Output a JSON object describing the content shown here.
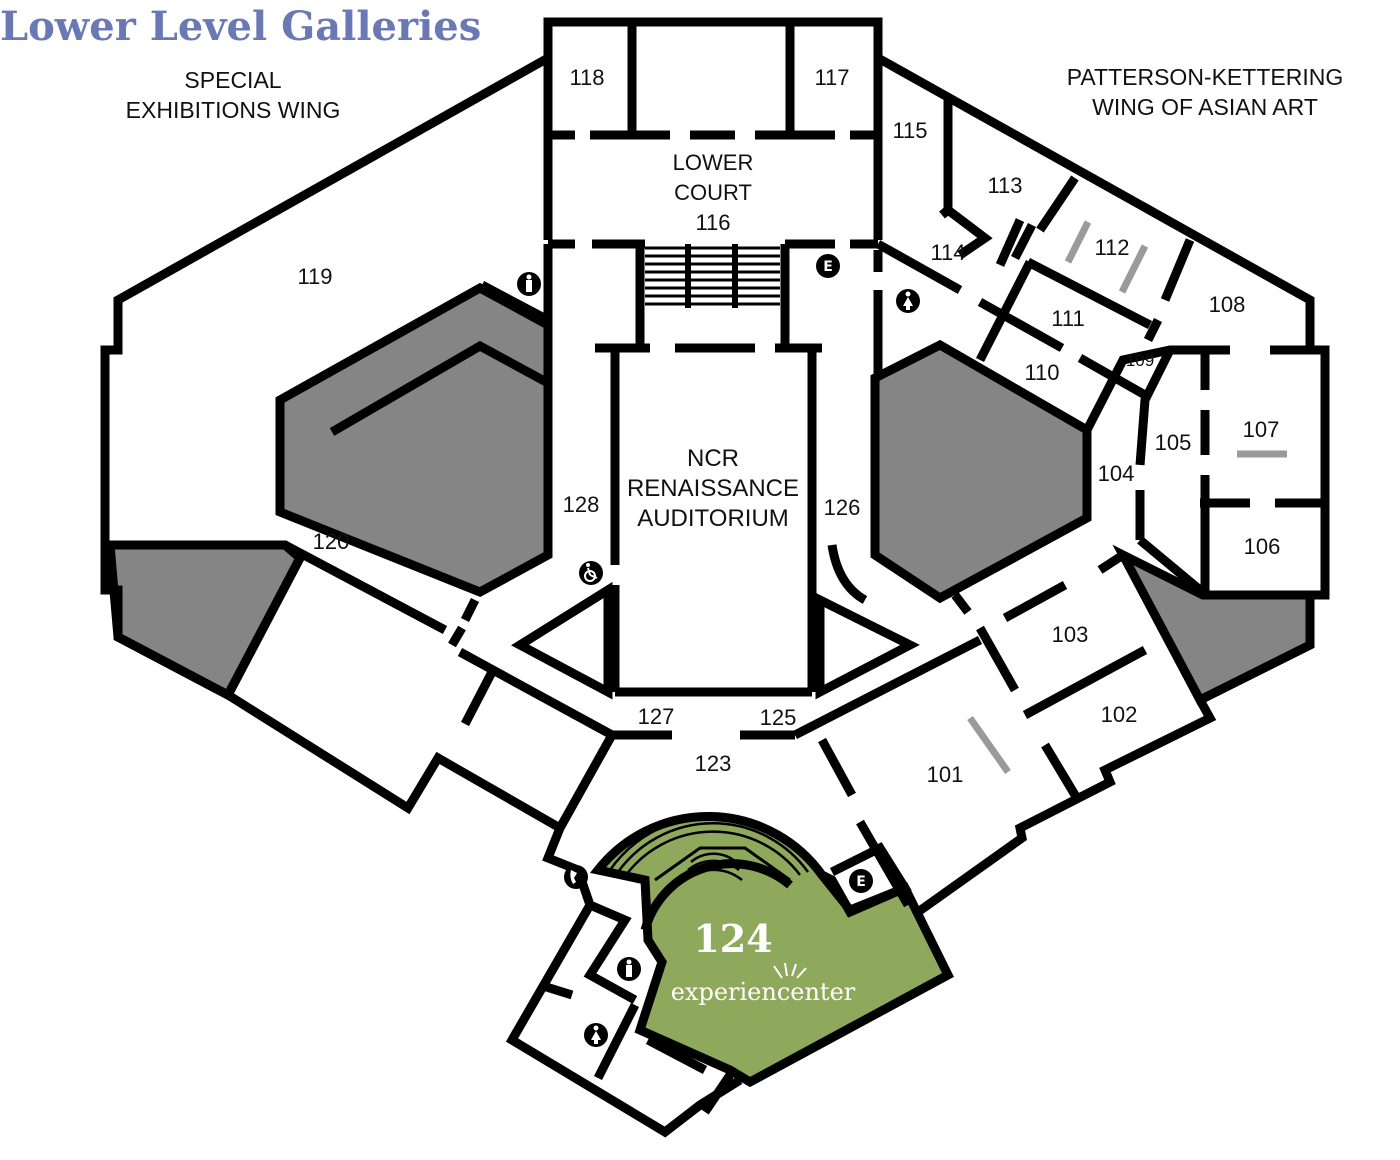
{
  "map": {
    "title": "Lower Level Galleries",
    "wings": {
      "special_line1": "SPECIAL",
      "special_line2": "EXHIBITIONS WING",
      "asian_line1": "PATTERSON-KETTERING",
      "asian_line2": "WING OF ASIAN ART"
    },
    "lower_court": {
      "line1": "LOWER",
      "line2": "COURT",
      "number": "116"
    },
    "auditorium": {
      "line1": "NCR",
      "line2": "RENAISSANCE",
      "line3": "AUDITORIUM"
    },
    "rooms": {
      "r101": "101",
      "r102": "102",
      "r103": "103",
      "r104": "104",
      "r105": "105",
      "r106": "106",
      "r107": "107",
      "r108": "108",
      "r109": "109",
      "r110": "110",
      "r111": "111",
      "r112": "112",
      "r113": "113",
      "r114": "114",
      "r115": "115",
      "r117": "117",
      "r118": "118",
      "r119": "119",
      "r120": "120",
      "r123": "123",
      "r125": "125",
      "r126": "126",
      "r127": "127",
      "r128": "128"
    },
    "experiencenter": {
      "number": "124",
      "brand": "experiencenter"
    },
    "icons": {
      "elevator_label": "E",
      "restroom_men": "mens-restroom-icon",
      "restroom_women": "womens-restroom-icon",
      "accessible": "wheelchair-icon",
      "phone": "phone-icon"
    },
    "colors": {
      "title": "#6a78b4",
      "wall": "#000000",
      "closed_area": "#858585",
      "experiencenter": "#8fa95c",
      "case_marker": "#9a9a9a"
    }
  }
}
